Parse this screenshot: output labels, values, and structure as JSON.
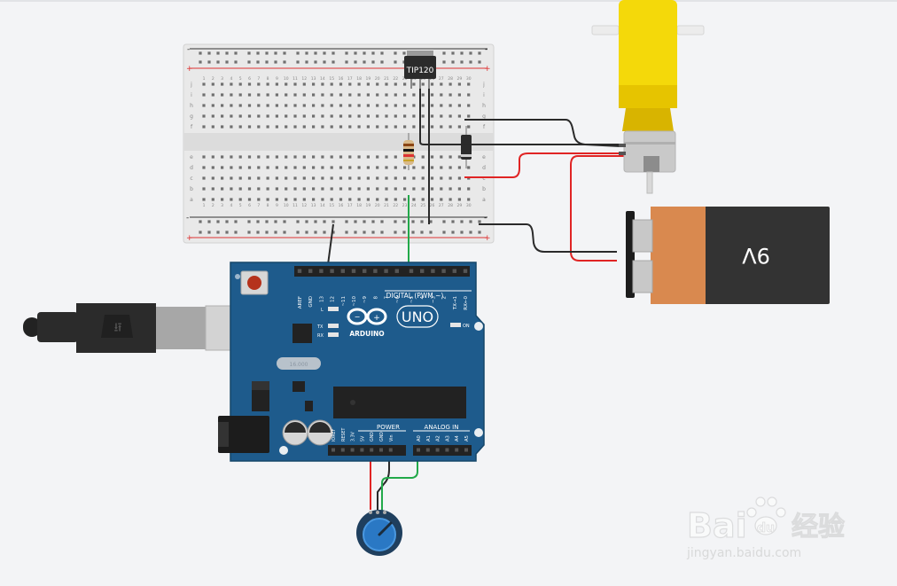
{
  "transistor": {
    "label": "TIP120"
  },
  "breadboard": {
    "plus": "+",
    "minus": "-",
    "rows_top": [
      "j",
      "i",
      "h",
      "g",
      "f"
    ],
    "rows_bottom": [
      "e",
      "d",
      "c",
      "b",
      "a"
    ],
    "columns": [
      "1",
      "2",
      "3",
      "4",
      "5",
      "6",
      "7",
      "8",
      "9",
      "10",
      "11",
      "12",
      "13",
      "14",
      "15",
      "16",
      "17",
      "18",
      "19",
      "20",
      "21",
      "22",
      "23",
      "24",
      "25",
      "26",
      "27",
      "28",
      "29",
      "30"
    ]
  },
  "arduino": {
    "logo_text": "ARDUINO",
    "model": "UNO",
    "digital_label": "DIGITAL (PWM ~)",
    "power_label": "POWER",
    "analog_label": "ANALOG IN",
    "on_label": "ON",
    "led_l": "L",
    "led_tx": "TX",
    "led_rx": "RX",
    "crystal_label": "16.000",
    "digital_pins": [
      "AREF",
      "GND",
      "13",
      "12",
      "~11",
      "~10",
      "~9",
      "8",
      "7",
      "~6",
      "~5",
      "4",
      "~3",
      "2",
      "TX→1",
      "RX←0"
    ],
    "power_pins": [
      "IOREF",
      "RESET",
      "3.3V",
      "5V",
      "GND",
      "GND",
      "Vin"
    ],
    "analog_pins": [
      "A0",
      "A1",
      "A2",
      "A3",
      "A4",
      "A5"
    ]
  },
  "battery": {
    "label": "9V"
  },
  "watermark": {
    "brand_main": "Bai",
    "brand_tail": "du",
    "brand_cn": "经验",
    "url": "jingyan.baidu.com"
  },
  "colors": {
    "board_blue": "#1e5b8c",
    "board_edge": "#154669",
    "wire_black": "#2a2a2a",
    "wire_red": "#e02424",
    "wire_green": "#22a94a",
    "motor_yellow": "#f4d90a",
    "battery_orange": "#d9894f",
    "battery_black": "#333333",
    "pot_blue": "#2a78c4"
  }
}
